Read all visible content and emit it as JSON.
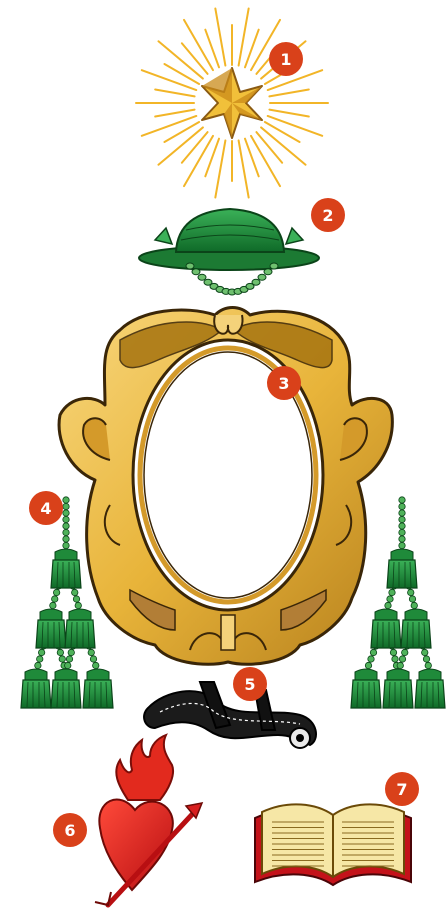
{
  "colors": {
    "marker": "#d9411a",
    "gold": "#e8b43a",
    "gold_light": "#f4d27a",
    "gold_dark": "#8a5a12",
    "green": "#1f8a3a",
    "green_dark": "#0e5a22",
    "black": "#111111",
    "red": "#d81e1e",
    "book_cover": "#c4121a",
    "book_pages": "#f6e7a6"
  },
  "icons": {
    "star": "star-icon",
    "hat": "galero-hat-icon",
    "cartouche": "cartouche-frame-icon",
    "tassels": "tassel-icon",
    "belt": "belt-icon",
    "heart": "flaming-heart-icon",
    "book": "open-book-icon"
  },
  "markers": [
    {
      "label": "1"
    },
    {
      "label": "2"
    },
    {
      "label": "3"
    },
    {
      "label": "4"
    },
    {
      "label": "5"
    },
    {
      "label": "6"
    },
    {
      "label": "7"
    }
  ]
}
